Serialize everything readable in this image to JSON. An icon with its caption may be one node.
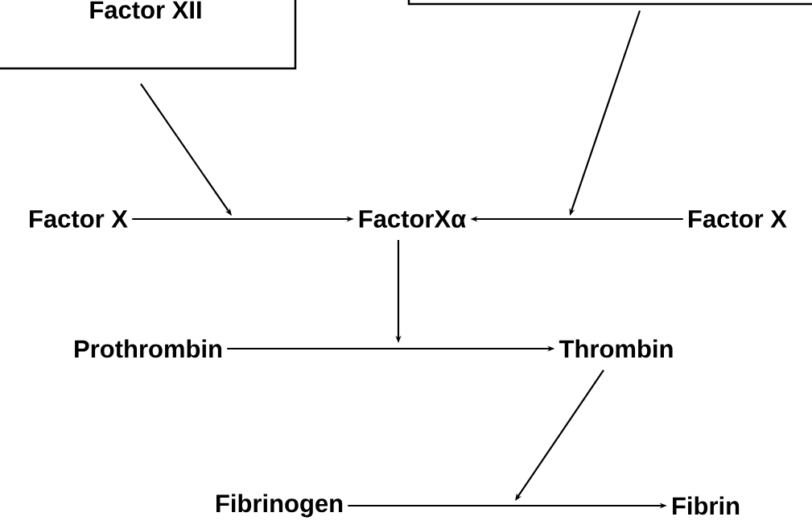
{
  "diagram": {
    "nodes": [
      {
        "text": [
          "Factor XII"
        ]
      },
      {
        "text": [],
        "shape": "box"
      },
      {
        "text": [
          "Factor X"
        ]
      },
      {
        "text": [
          "FactorXα"
        ]
      },
      {
        "text": [
          "Factor X"
        ]
      },
      {
        "text": [
          "Prothrombin"
        ]
      },
      {
        "text": [
          "Thrombin"
        ]
      },
      {
        "text": [
          "Fibrinogen"
        ]
      },
      {
        "text": [
          "Fibrin"
        ]
      }
    ],
    "edges": [
      {
        "from": 0,
        "to": null,
        "arrow": "to"
      },
      {
        "from": 1,
        "to": null,
        "arrow": "to"
      },
      {
        "from": 2,
        "to": 3,
        "arrow": "to"
      },
      {
        "from": 4,
        "to": 3,
        "arrow": "to"
      },
      {
        "from": 3,
        "to": null,
        "arrow": "to"
      },
      {
        "from": 5,
        "to": 6,
        "arrow": "to"
      },
      {
        "from": 6,
        "to": null,
        "arrow": "to"
      },
      {
        "from": 7,
        "to": 8,
        "arrow": "to"
      }
    ]
  }
}
